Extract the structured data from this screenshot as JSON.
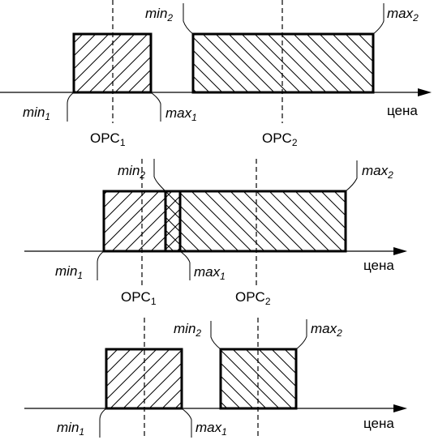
{
  "axis_label": "цена",
  "min1": {
    "base": "min",
    "sub": "1"
  },
  "max1": {
    "base": "max",
    "sub": "1"
  },
  "min2": {
    "base": "min",
    "sub": "2"
  },
  "max2": {
    "base": "max",
    "sub": "2"
  },
  "opc1": {
    "base": "OPC",
    "sub": "1"
  },
  "opc2": {
    "base": "OPC",
    "sub": "2"
  }
}
